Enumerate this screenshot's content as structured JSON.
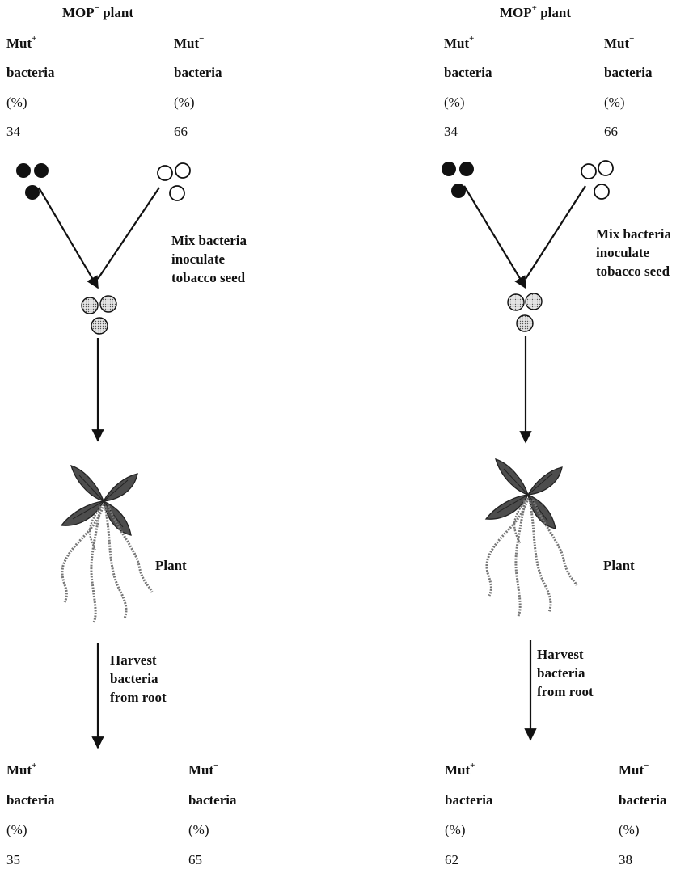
{
  "panels": [
    {
      "title_main": "MOP",
      "title_sup": "−",
      "title_rest": " plant",
      "initial": {
        "mut_plus": {
          "label": "Mut",
          "sup": "+",
          "word": "bacteria",
          "unit": "(%)",
          "value": "34"
        },
        "mut_minus": {
          "label": "Mut",
          "sup": "−",
          "word": "bacteria",
          "unit": "(%)",
          "value": "66"
        }
      },
      "mix_lines": [
        "Mix bacteria",
        "inoculate",
        "tobacco seed"
      ],
      "plant_label": "Plant",
      "harvest_lines": [
        "Harvest",
        "bacteria",
        "from root"
      ],
      "final": {
        "mut_plus": {
          "label": "Mut",
          "sup": "+",
          "word": "bacteria",
          "unit": "(%)",
          "value": "35"
        },
        "mut_minus": {
          "label": "Mut",
          "sup": "−",
          "word": "bacteria",
          "unit": "(%)",
          "value": "65"
        }
      }
    },
    {
      "title_main": "MOP",
      "title_sup": "+",
      "title_rest": " plant",
      "initial": {
        "mut_plus": {
          "label": "Mut",
          "sup": "+",
          "word": "bacteria",
          "unit": "(%)",
          "value": "34"
        },
        "mut_minus": {
          "label": "Mut",
          "sup": "−",
          "word": "bacteria",
          "unit": "(%)",
          "value": "66"
        }
      },
      "mix_lines": [
        "Mix bacteria",
        "inoculate",
        "tobacco seed"
      ],
      "plant_label": "Plant",
      "harvest_lines": [
        "Harvest",
        "bacteria",
        "from root"
      ],
      "final": {
        "mut_plus": {
          "label": "Mut",
          "sup": "+",
          "word": "bacteria",
          "unit": "(%)",
          "value": "62"
        },
        "mut_minus": {
          "label": "Mut",
          "sup": "−",
          "word": "bacteria",
          "unit": "(%)",
          "value": "38"
        }
      }
    }
  ],
  "colors": {
    "ink": "#111111",
    "leaf": "#4d4d4d",
    "mixed_fill": "#cfcfcf"
  }
}
